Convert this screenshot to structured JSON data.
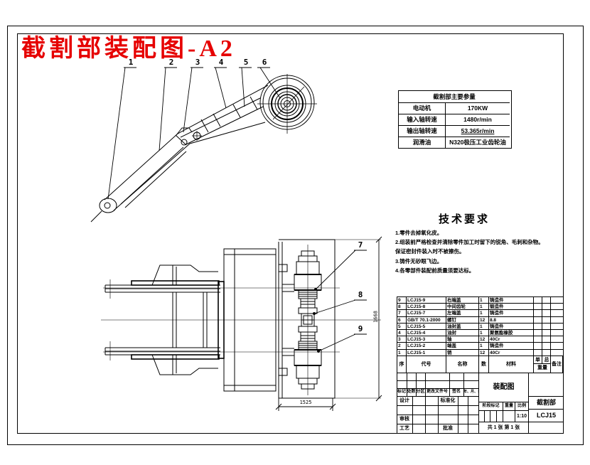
{
  "title": {
    "text": "截割部装配图-A2",
    "color": "#e60000"
  },
  "callouts": {
    "upper": [
      "1",
      "2",
      "3",
      "4",
      "5",
      "6"
    ],
    "lower": [
      "7",
      "8",
      "9"
    ]
  },
  "dimensions": {
    "bottom_width": "1525",
    "right_height": "1668"
  },
  "param_table": {
    "title": "截割部主要参量",
    "rows": [
      {
        "label": "电动机",
        "value": "170KW"
      },
      {
        "label": "输入轴转速",
        "value": "1480r/min"
      },
      {
        "label": "输出轴转速",
        "value": "53.365r/min"
      },
      {
        "label": "润滑油",
        "value": "N320极压工业齿轮油"
      }
    ]
  },
  "tech_req": {
    "title": "技术要求",
    "lines": [
      "1.零件去掉氧化皮。",
      "2.组装前严格检查并清除零件加工时留下的锐角、毛刺和杂物。",
      "保证密封件装入时不被擦伤。",
      "3.铸件无砂眼飞边。",
      "4.各零部件装配前质量须要达标。"
    ]
  },
  "bom": {
    "headers": {
      "seq": "序号",
      "code": "代号",
      "name": "名称",
      "qty": "数量",
      "mat": "材料",
      "w1": "单重",
      "w2": "总重",
      "w": "重量",
      "rem": "备注"
    },
    "rows": [
      {
        "seq": "9",
        "code": "LCJ15-9",
        "name": "右端盖",
        "qty": "1",
        "mat": "铸造件"
      },
      {
        "seq": "8",
        "code": "LCJ15-8",
        "name": "中间齿轮",
        "qty": "1",
        "mat": "锻造件"
      },
      {
        "seq": "7",
        "code": "LCJ15-7",
        "name": "左端盖",
        "qty": "1",
        "mat": "铸造件"
      },
      {
        "seq": "6",
        "code": "GB/T 70.1-2000",
        "name": "螺钉",
        "qty": "12",
        "mat": "8.8"
      },
      {
        "seq": "5",
        "code": "LCJ15-5",
        "name": "油封盖",
        "qty": "1",
        "mat": "铸造件"
      },
      {
        "seq": "4",
        "code": "LCJ15-4",
        "name": "油封",
        "qty": "1",
        "mat": "聚氨酯橡胶"
      },
      {
        "seq": "3",
        "code": "LCJ15-3",
        "name": "轴",
        "qty": "12",
        "mat": "40Cr"
      },
      {
        "seq": "2",
        "code": "LCJ15-2",
        "name": "端盖",
        "qty": "1",
        "mat": "铸造件"
      },
      {
        "seq": "1",
        "code": "LCJ15-1",
        "name": "销",
        "qty": "12",
        "mat": "40Cr"
      }
    ]
  },
  "title_block": {
    "doc_type": "装配图",
    "part_name": "截割部",
    "drawing_no": "LCJ15",
    "rev": [
      "标记",
      "处数",
      "分区",
      "更改文件号",
      "签名",
      "年、月、日"
    ],
    "sig": {
      "design": "设计",
      "standard": "标准化",
      "check": "审核",
      "process": "工艺",
      "approve": "批准"
    },
    "stage": "阶段标记",
    "weight": "重量",
    "scale": "比例",
    "scale_value": "1:10",
    "sheet": "共 1 张 第 1 张"
  }
}
